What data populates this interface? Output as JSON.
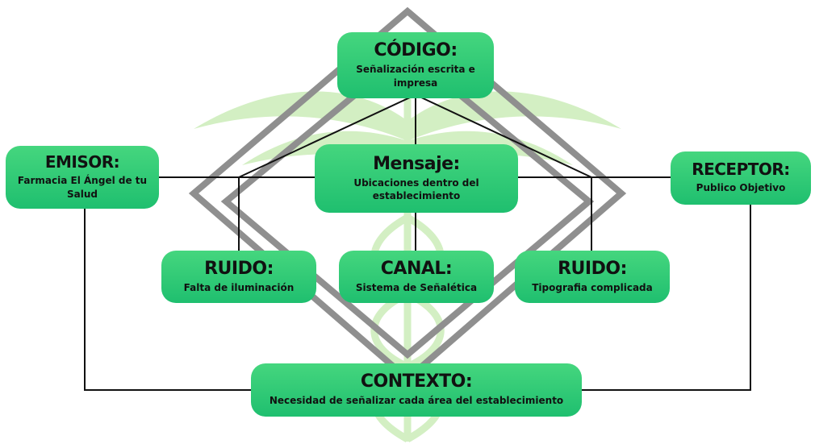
{
  "nodes": {
    "codigo": {
      "title": "CÓDIGO:",
      "desc": "Señalización escrita e impresa"
    },
    "emisor": {
      "title": "EMISOR:",
      "desc": "Farmacia El Ángel de tu Salud"
    },
    "mensaje": {
      "title": "Mensaje:",
      "desc": "Ubicaciones dentro del establecimiento"
    },
    "receptor": {
      "title": "RECEPTOR:",
      "desc": "Publico Objetivo"
    },
    "ruido1": {
      "title": "RUIDO:",
      "desc": "Falta de iluminación"
    },
    "canal": {
      "title": "CANAL:",
      "desc": "Sistema de Señalética"
    },
    "ruido2": {
      "title": "RUIDO:",
      "desc": "Tipografia complicada"
    },
    "contexto": {
      "title": "CONTEXTO:",
      "desc": "Necesidad de señalizar cada área del establecimiento"
    }
  },
  "colors": {
    "box_fill": "#2ec875",
    "line": "#111111",
    "diamond": "#8f8f8f",
    "caduceus": "#c9ecb5"
  }
}
